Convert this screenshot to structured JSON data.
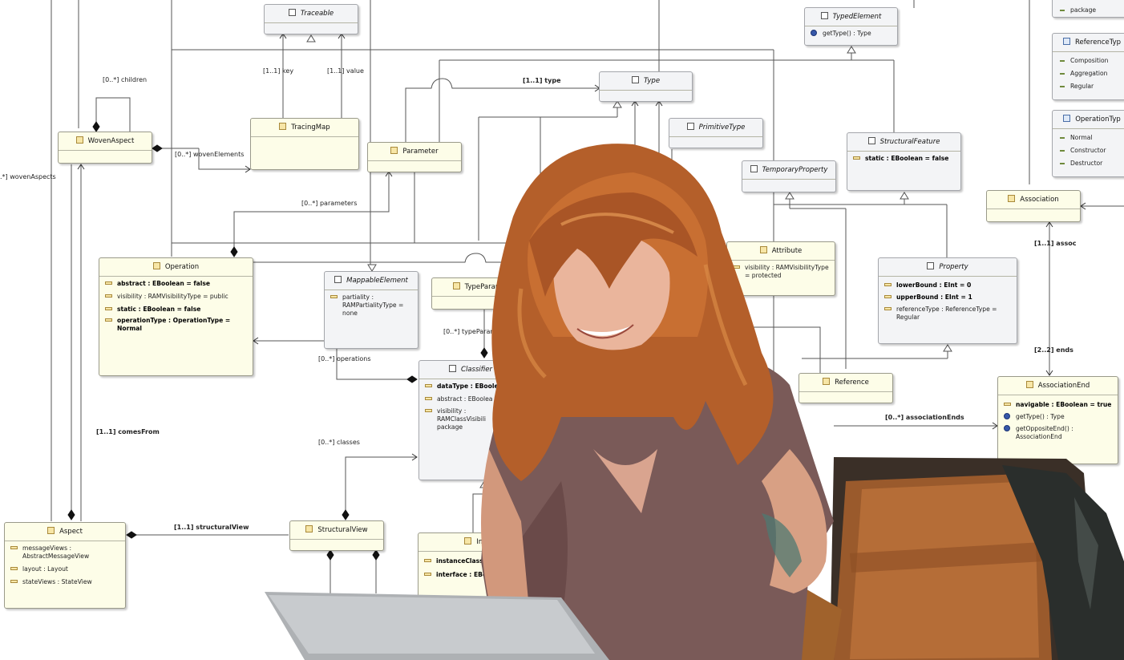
{
  "classes": {
    "traceable": {
      "name": "Traceable"
    },
    "typed_element": {
      "name": "TypedElement",
      "ops": [
        "getType() : Type"
      ]
    },
    "reference_type": {
      "name": "ReferenceTyp",
      "literals": [
        "Composition",
        "Aggregation",
        "Regular"
      ]
    },
    "operation_type": {
      "name": "OperationTyp",
      "literals": [
        "Normal",
        "Constructor",
        "Destructor"
      ]
    },
    "visibility_literal": "package",
    "woven_aspect": {
      "name": "WovenAspect"
    },
    "tracing_map": {
      "name": "TracingMap"
    },
    "parameter": {
      "name": "Parameter"
    },
    "type": {
      "name": "Type"
    },
    "primitive_type": {
      "name": "PrimitiveType"
    },
    "structural_feature": {
      "name": "StructuralFeature",
      "attrs": [
        "static : EBoolean = false"
      ]
    },
    "temporary_property": {
      "name": "TemporaryProperty"
    },
    "association": {
      "name": "Association"
    },
    "operation": {
      "name": "Operation",
      "attrs": [
        "abstract : EBoolean = false",
        "visibility : RAMVisibilityType = public",
        "static : EBoolean = false",
        "operationType : OperationType = Normal"
      ]
    },
    "mappable_element": {
      "name": "MappableElement",
      "attrs": [
        "partiality : RAMPartialityType = none"
      ]
    },
    "type_parameter": {
      "name": "TypeParame"
    },
    "attribute": {
      "name": "Attribute",
      "attrs": [
        "visibility : RAMVisibilityType = protected"
      ]
    },
    "property": {
      "name": "Property",
      "attrs": [
        "lowerBound : EInt = 0",
        "upperBound : EInt = 1",
        "referenceType : ReferenceType = Regular"
      ]
    },
    "classifier": {
      "name": "Classifier",
      "attrs": [
        "dataType : EBoole",
        "abstract : EBoolea",
        "visibility : RAMClassVisibili package"
      ]
    },
    "reference": {
      "name": "Reference"
    },
    "association_end": {
      "name": "AssociationEnd",
      "attrs": [
        "navigable : EBoolean = true"
      ],
      "ops": [
        "getType() : Type",
        "getOppositeEnd() : AssociationEnd"
      ]
    },
    "aspect": {
      "name": "Aspect",
      "attrs": [
        "messageViews : AbstractMessageView",
        "layout : Layout",
        "stateViews : StateView"
      ]
    },
    "structural_view": {
      "name": "StructuralView"
    },
    "impl": {
      "name": "Impl",
      "attrs": [
        "instanceClassName : E",
        "interface : EBoolean ="
      ]
    }
  },
  "labels": {
    "children": "[0..*] children",
    "key": "[1..1] key",
    "value": "[1..1] value",
    "type_ref": "[1..1] type",
    "woven_elements": "[0..*] wovenElements",
    "woven_aspects": ".*] wovenAspects",
    "parameters": "[0..*] parameters",
    "operations": "[0..*] operations",
    "type_parameters": "[0..*] typeParamete",
    "type_frag": "type",
    "comes_from": "[1..1] comesFrom",
    "classes_ref": "[0..*] classes",
    "structural_view_ref": "[1..1] structuralView",
    "assoc": "[1..1] assoc",
    "ends": "[2..2] ends",
    "association_ends": "[0..*] associationEnds"
  },
  "colors": {
    "concrete_fill": "#fdfde8",
    "abstract_fill": "#f3f4f6",
    "hair": "#c96a2b"
  }
}
